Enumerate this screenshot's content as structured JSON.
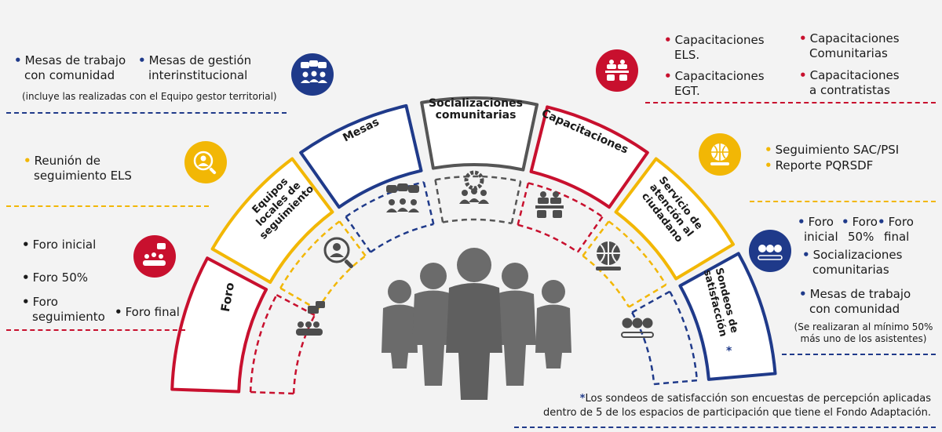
{
  "colors": {
    "red": "#c8102e",
    "blue": "#1f3a8a",
    "yellow": "#f2b705",
    "gray": "#555555",
    "people": "#6b6b6b"
  },
  "arch": {
    "foro": "Foro",
    "equipos": "Equipos locales de seguimiento",
    "mesas": "Mesas",
    "socializaciones": "Socializaciones comunitarias",
    "capacitaciones": "Capacitaciones",
    "servicio": "Servicio de atención al ciudadano",
    "sondeos": "Sondeos de satisfacción",
    "sondeos_mark": "*"
  },
  "left": {
    "mesas": {
      "item1_l1": "Mesas de trabajo",
      "item1_l2": "con comunidad",
      "item2_l1": "Mesas de gestión",
      "item2_l2": "interinstitucional",
      "note": "(incluye las realizadas con el Equipo gestor territorial)"
    },
    "equipos": {
      "item1_l1": "Reunión de",
      "item1_l2": "seguimiento ELS"
    },
    "foro": {
      "item1": "Foro inicial",
      "item2": "Foro 50%",
      "item3_l1": "Foro",
      "item3_l2": "seguimiento",
      "item4": "Foro final"
    }
  },
  "right": {
    "capacitaciones": {
      "item1_l1": "Capacitaciones",
      "item1_l2": "ELS.",
      "item2_l1": "Capacitaciones",
      "item2_l2": "EGT.",
      "item3_l1": "Capacitaciones",
      "item3_l2": "Comunitarias",
      "item4_l1": "Capacitaciones",
      "item4_l2": "a contratistas"
    },
    "servicio": {
      "item1": "Seguimiento SAC/PSI",
      "item2": "Reporte PQRSDF"
    },
    "sondeos": {
      "item1_l1": "Foro",
      "item1_l2": "inicial",
      "item2_l1": "Foro",
      "item2_l2": "50%",
      "item3_l1": "Foro",
      "item3_l2": "final",
      "item4_l1": "Socializaciones",
      "item4_l2": "comunitarias",
      "item5_l1": "Mesas de trabajo",
      "item5_l2": "con comunidad",
      "note_l1": "(Se realizaran al mínimo 50%",
      "note_l2": "más uno de los asistentes)"
    }
  },
  "footnote": {
    "star": "*",
    "line1": "Los sondeos de satisfacción son encuestas de percepción aplicadas",
    "line2": "dentro de 5 de los espacios de participación que tiene el Fondo Adaptación."
  },
  "icons": {
    "foro": "presentation-icon",
    "equipos": "search-person-icon",
    "mesas": "chat-group-icon",
    "socializaciones": "gear-group-icon",
    "capacitaciones": "classroom-icon",
    "servicio": "globe-hand-icon",
    "sondeos": "satisfaction-faces-icon",
    "center": "people-group-icon"
  }
}
